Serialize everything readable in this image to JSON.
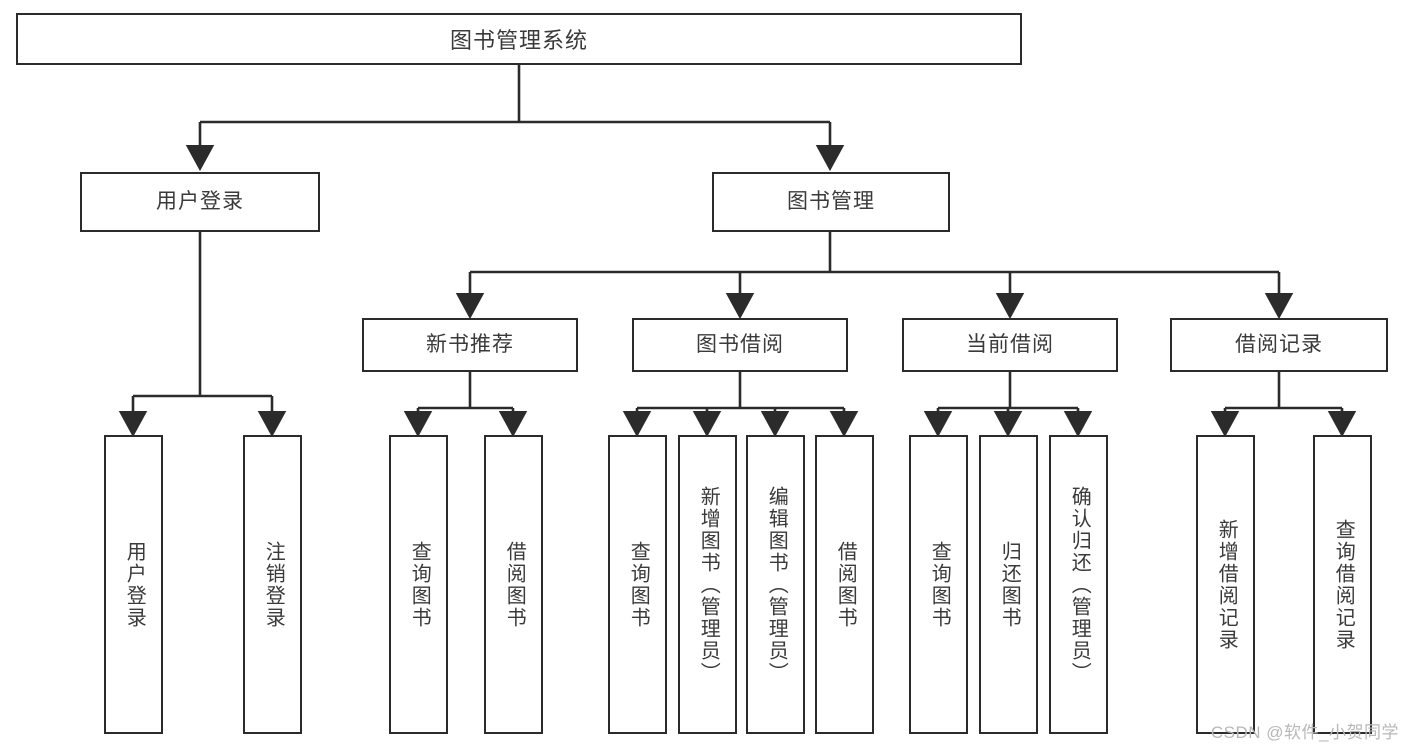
{
  "diagram": {
    "title": "图书管理系统",
    "type": "tree",
    "colors": {
      "box_border": "#2b2b2b",
      "box_fill": "#ffffff",
      "text": "#3a3a3a",
      "edge": "#2b2b2b",
      "watermark": "#b8b8b8"
    },
    "nodes": {
      "root": {
        "label": "图书管理系统"
      },
      "level2": [
        {
          "id": "user-login",
          "label": "用户登录"
        },
        {
          "id": "book-manage",
          "label": "图书管理"
        }
      ],
      "level3": [
        {
          "id": "new-book-recommend",
          "label": "新书推荐"
        },
        {
          "id": "book-borrow",
          "label": "图书借阅"
        },
        {
          "id": "current-borrow",
          "label": "当前借阅"
        },
        {
          "id": "borrow-record",
          "label": "借阅记录"
        }
      ],
      "leaves": [
        {
          "id": "leaf-user-login",
          "label": "用户登录",
          "parent": "user-login"
        },
        {
          "id": "leaf-logout",
          "label": "注销登录",
          "parent": "user-login"
        },
        {
          "id": "leaf-query-book-1",
          "label": "查询图书",
          "parent": "new-book-recommend"
        },
        {
          "id": "leaf-borrow-book-1",
          "label": "借阅图书",
          "parent": "new-book-recommend"
        },
        {
          "id": "leaf-query-book-2",
          "label": "查询图书",
          "parent": "book-borrow"
        },
        {
          "id": "leaf-add-book",
          "label": "新增图书（管理员）",
          "parent": "book-borrow"
        },
        {
          "id": "leaf-edit-book",
          "label": "编辑图书（管理员）",
          "parent": "book-borrow"
        },
        {
          "id": "leaf-borrow-book-2",
          "label": "借阅图书",
          "parent": "book-borrow"
        },
        {
          "id": "leaf-query-book-3",
          "label": "查询图书",
          "parent": "current-borrow"
        },
        {
          "id": "leaf-return-book",
          "label": "归还图书",
          "parent": "current-borrow"
        },
        {
          "id": "leaf-confirm-return",
          "label": "确认归还（管理员）",
          "parent": "current-borrow"
        },
        {
          "id": "leaf-add-record",
          "label": "新增借阅记录",
          "parent": "borrow-record"
        },
        {
          "id": "leaf-query-record",
          "label": "查询借阅记录",
          "parent": "borrow-record"
        }
      ]
    },
    "watermark": "CSDN @软件_小贺同学"
  }
}
